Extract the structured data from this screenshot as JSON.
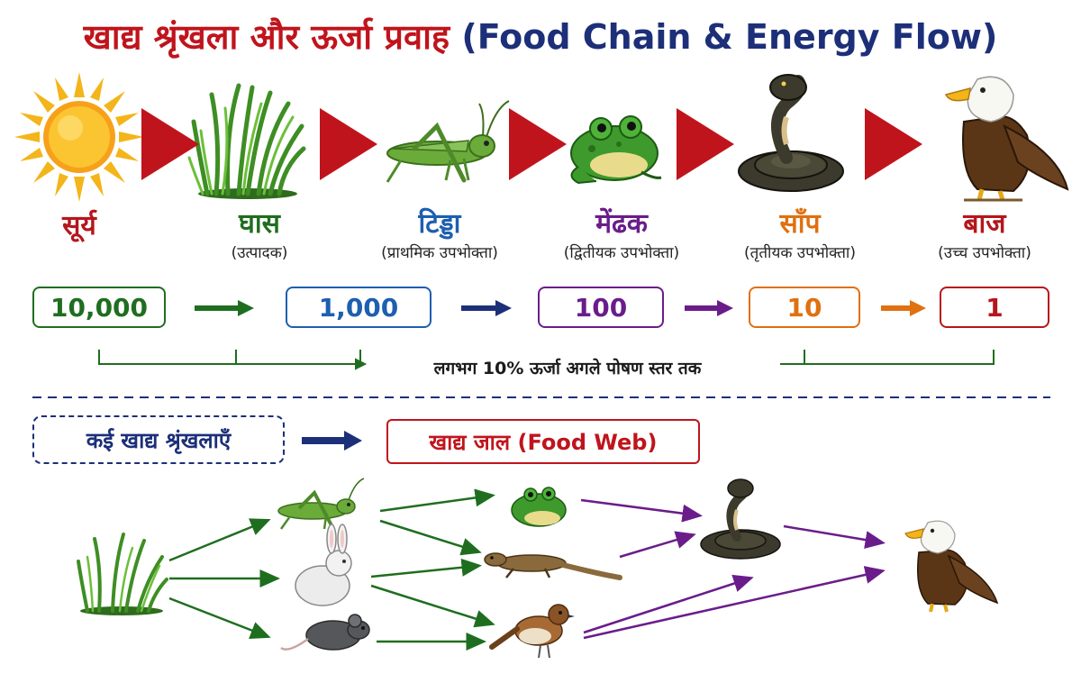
{
  "title": {
    "hindi": "खाद्य श्रृंखला और ऊर्जा प्रवाह",
    "english": "(Food Chain & Energy Flow)"
  },
  "chain": [
    {
      "name": "सूर्य",
      "role": "",
      "color": "#b5161c",
      "icon": "sun-icon"
    },
    {
      "name": "घास",
      "role": "(उत्पादक)",
      "color": "#1f6e1f",
      "icon": "grass-icon"
    },
    {
      "name": "टिड्डा",
      "role": "(प्राथमिक उपभोक्ता)",
      "color": "#1d5fb0",
      "icon": "grasshopper-icon"
    },
    {
      "name": "मेंढक",
      "role": "(द्वितीयक उपभोक्ता)",
      "color": "#6a1d8a",
      "icon": "frog-icon"
    },
    {
      "name": "साँप",
      "role": "(तृतीयक उपभोक्ता)",
      "color": "#e07010",
      "icon": "snake-icon"
    },
    {
      "name": "बाज",
      "role": "(उच्च उपभोक्ता)",
      "color": "#b5161c",
      "icon": "eagle-icon"
    }
  ],
  "energy": [
    {
      "value": "10,000",
      "color": "#1f6e1f"
    },
    {
      "value": "1,000",
      "color": "#1d5fb0"
    },
    {
      "value": "100",
      "color": "#6a1d8a"
    },
    {
      "value": "10",
      "color": "#e07010"
    },
    {
      "value": "1",
      "color": "#b5161c"
    }
  ],
  "energy_arrow_colors": [
    "#1f6e1f",
    "#1c2f78",
    "#6a1d8a",
    "#e07010"
  ],
  "energy_note": "लगभग 10% ऊर्जा अगले पोषण स्तर तक",
  "many_chains": "कई खाद्य श्रृंखलाएँ",
  "food_web": "खाद्य जाल  (Food Web)",
  "web_organisms": [
    "grass-icon",
    "grasshopper-icon",
    "rabbit-icon",
    "mouse-icon",
    "frog-icon",
    "lizard-icon",
    "sparrow-icon",
    "snake-icon",
    "eagle-icon"
  ],
  "colors": {
    "chain_arrow": "#c0141c",
    "web_green": "#1f6e1f",
    "web_purple": "#6a1d8a",
    "navy": "#1c2f78"
  }
}
